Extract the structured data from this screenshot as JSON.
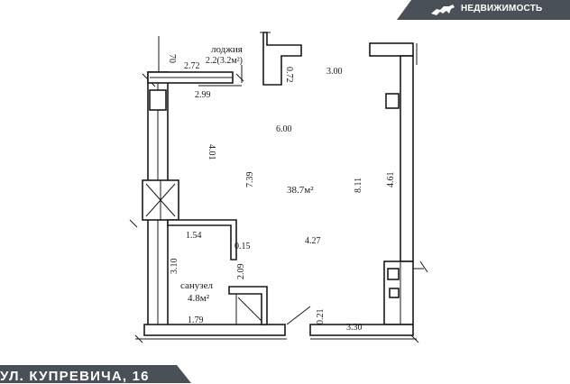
{
  "brand": {
    "name": "НЕДВИЖИМОСТЬ",
    "logo_icon": "running-fox-logo"
  },
  "address": "УЛ. КУПРЕВИЧА, 16",
  "rooms": {
    "loggia_label": "лоджия",
    "loggia_area": "2.2(3.2м²)",
    "main_area": "38.7м²",
    "bath_label": "санузел",
    "bath_area": "4.8м²"
  },
  "dimensions": {
    "d_70": "70",
    "d_2_72": "2.72",
    "d_0_72": "0.72",
    "d_3_00": "3.00",
    "d_2_99": "2.99",
    "d_6_00": "6.00",
    "d_4_01": "4.01",
    "d_7_39": "7.39",
    "d_8_11": "8.11",
    "d_4_61": "4.61",
    "d_1_54": "1.54",
    "d_0_15": "0.15",
    "d_4_27": "4.27",
    "d_3_10": "3.10",
    "d_2_09": "2.09",
    "d_1_79": "1.79",
    "d_0_21": "0.21",
    "d_3_30": "3.30"
  },
  "colors": {
    "banner": "#4a5057",
    "ink": "#1a1a1a",
    "paper": "#ffffff"
  }
}
